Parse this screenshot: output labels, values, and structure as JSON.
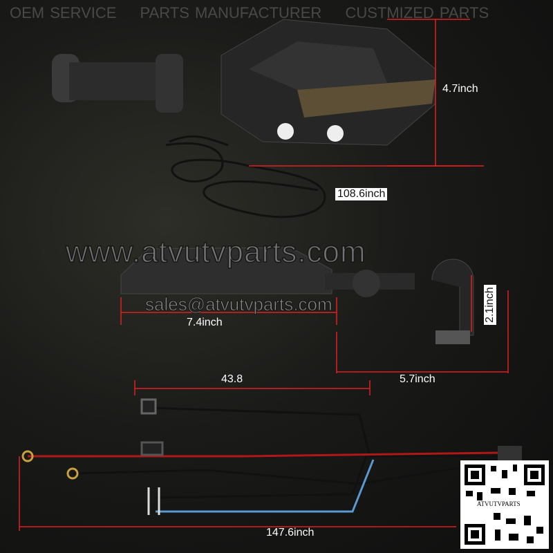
{
  "header": {
    "items": [
      "OEM SERVICE",
      "PARTS MANUFACTURER",
      "CUSTMIZED PARTS"
    ]
  },
  "watermarks": {
    "url": "www.atvutvparts.com",
    "email": "sales@atvutvparts.com"
  },
  "dimensions": {
    "height": "4.7inch",
    "cable": "108.6inch",
    "length": "7.4inch",
    "clamp": "2.1inch",
    "arm": "5.7inch",
    "harness_branch": "43.8",
    "harness_total": "147.6inch"
  },
  "qr": {
    "label": "ATVUTVPARTS"
  },
  "colors": {
    "dimension_line": "#e02020",
    "background": "#141414"
  }
}
